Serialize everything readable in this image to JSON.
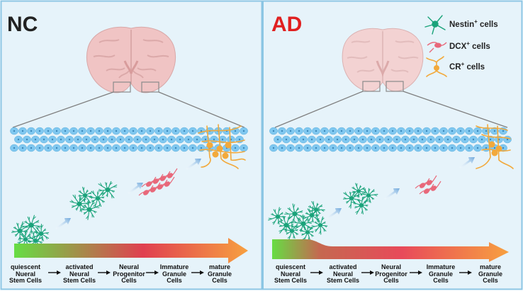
{
  "panels": {
    "nc": {
      "title": "NC",
      "title_color": "#222222"
    },
    "ad": {
      "title": "AD",
      "title_color": "#e02020"
    }
  },
  "legend": [
    {
      "name": "Nestin",
      "suffix": " cells",
      "color": "#1aa37a",
      "icon": "nestin-cell-icon"
    },
    {
      "name": "DCX",
      "suffix": " cells",
      "color": "#e8687a",
      "icon": "dcx-cell-icon"
    },
    {
      "name": "CR",
      "suffix": " cells",
      "color": "#f2a93b",
      "icon": "cr-cell-icon"
    }
  ],
  "stages": [
    [
      "quiescent",
      "Nueral",
      "Stem Cells"
    ],
    [
      "activated",
      "Neural",
      "Stem Cells"
    ],
    [
      "Neural",
      "Progenitor",
      "Cells"
    ],
    [
      "Immature",
      "Granule",
      "Cells"
    ],
    [
      "mature",
      "Granule",
      "Cells"
    ]
  ],
  "colors": {
    "background": "#e6f3fa",
    "panel_border": "#8cc6e4",
    "granule_cell": "#80c8f0",
    "gradient_start": "#66dd44",
    "gradient_mid": "#e04050",
    "gradient_end": "#f7a040",
    "nestin": "#1aa37a",
    "dcx": "#e8687a",
    "cr": "#f2a93b",
    "brain": "#f0c4c4"
  }
}
